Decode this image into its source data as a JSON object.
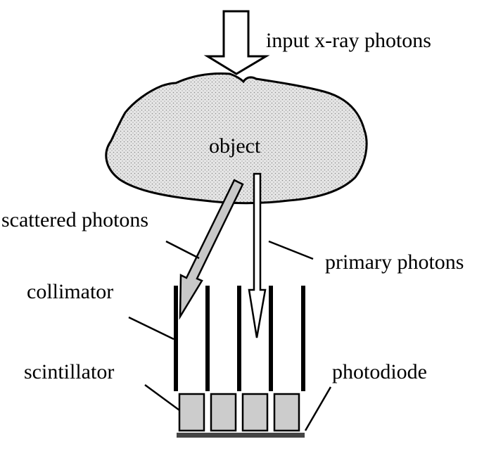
{
  "diagram": {
    "labels": {
      "input": "input x-ray photons",
      "object": "object",
      "scattered": "scattered photons",
      "primary": "primary photons",
      "collimator": "collimator",
      "scintillator": "scintillator",
      "photodiode": "photodiode"
    },
    "colors": {
      "object_fill": "#e6e6e6",
      "object_dots": "#8a8a8a",
      "scattered_arrow": "#c8c8c8",
      "scintillator": "#cccccc",
      "photodiode": "#444444",
      "stroke": "#000000"
    }
  }
}
